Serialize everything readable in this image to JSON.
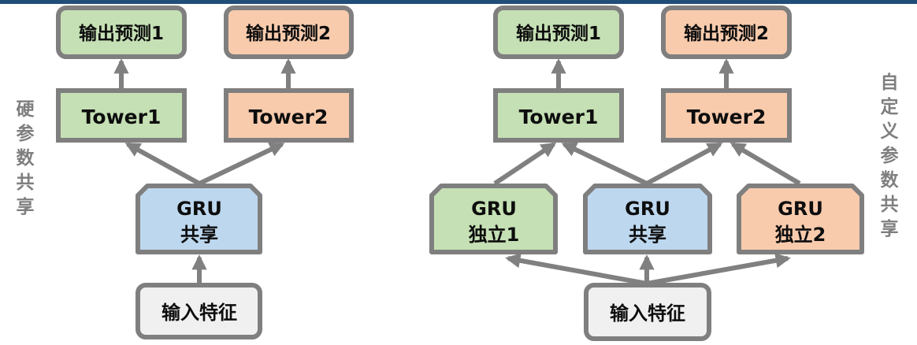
{
  "colors": {
    "top_bar": "#1F4E79",
    "border": "#7F7F7F",
    "arrow": "#808080",
    "green": "#C5E0B4",
    "peach": "#F8CBAD",
    "blue": "#BDD7EE",
    "gray": "#F0F0F0",
    "side_label": "#7F7F7F"
  },
  "left_diagram": {
    "side_label": "硬参数共享",
    "output1": "输出预测1",
    "output2": "输出预测2",
    "tower1": "Tower1",
    "tower2": "Tower2",
    "gru_shared": {
      "line1": "GRU",
      "line2": "共享"
    },
    "input": "输入特征"
  },
  "right_diagram": {
    "side_label": "自定义参数共享",
    "output1": "输出预测1",
    "output2": "输出预测2",
    "tower1": "Tower1",
    "tower2": "Tower2",
    "gru_independent1": {
      "line1": "GRU",
      "line2": "独立1"
    },
    "gru_shared": {
      "line1": "GRU",
      "line2": "共享"
    },
    "gru_independent2": {
      "line1": "GRU",
      "line2": "独立2"
    },
    "input": "输入特征"
  }
}
